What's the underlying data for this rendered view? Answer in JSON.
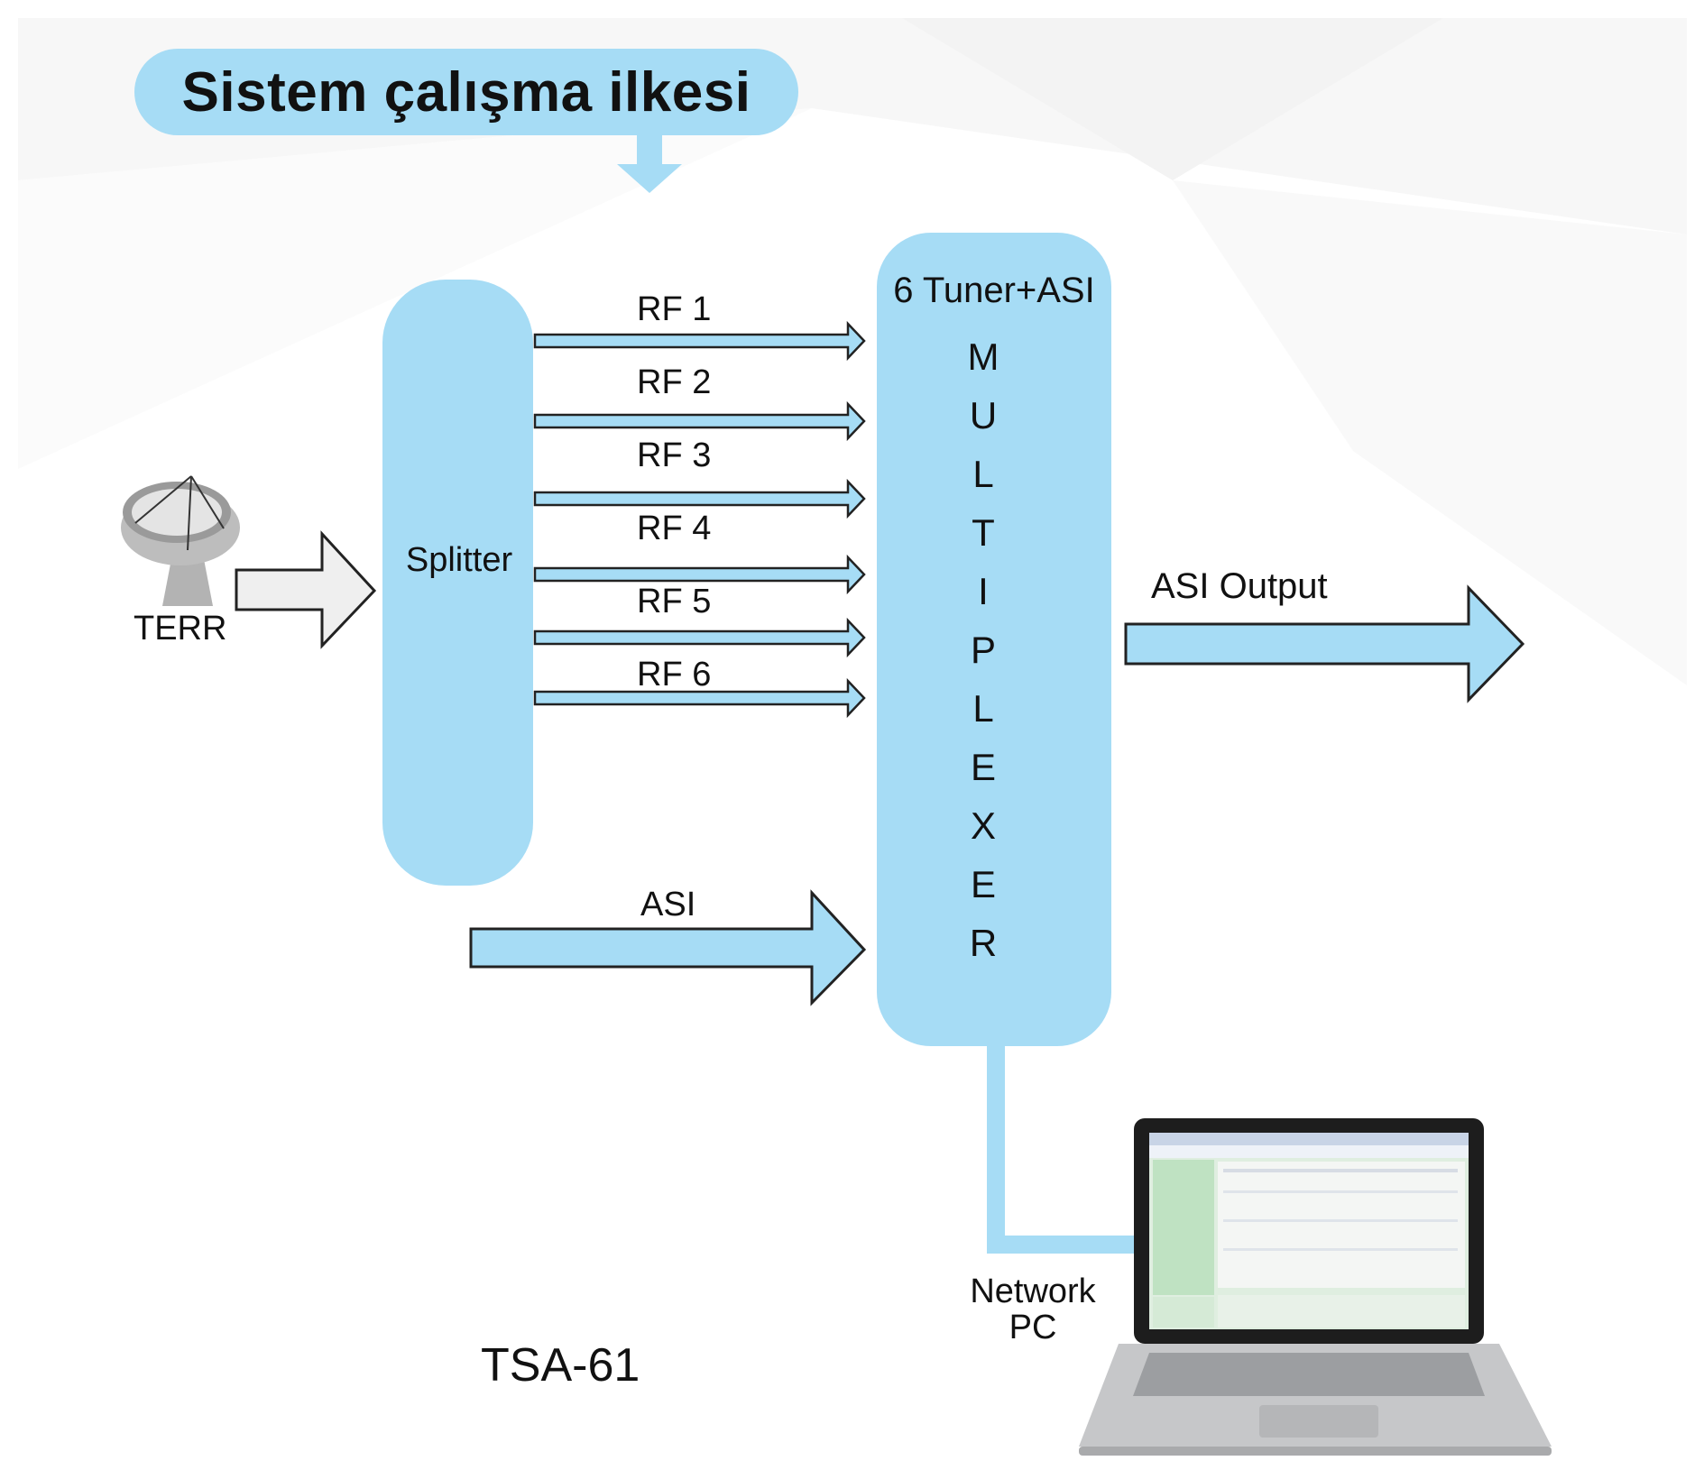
{
  "title": "Sistem çalışma ilkesi",
  "source_label": "TERR",
  "splitter_label": "Splitter",
  "rf_labels": [
    "RF 1",
    "RF 2",
    "RF 3",
    "RF 4",
    "RF 5",
    "RF 6"
  ],
  "asi_input_label": "ASI",
  "multiplexer": {
    "header": "6 Tuner+ASI",
    "letters": [
      "M",
      "U",
      "L",
      "T",
      "I",
      "P",
      "L",
      "E",
      "X",
      "E",
      "R"
    ]
  },
  "output_label": "ASI Output",
  "network_pc_label": "Network PC",
  "product_label": "TSA-61",
  "colors": {
    "accent_blue": "#a6dcf5",
    "arrow_outline": "#222222",
    "input_arrow_fill": "#efefef"
  },
  "icons": {
    "source": "satellite-dish-icon",
    "pc": "laptop-icon"
  }
}
